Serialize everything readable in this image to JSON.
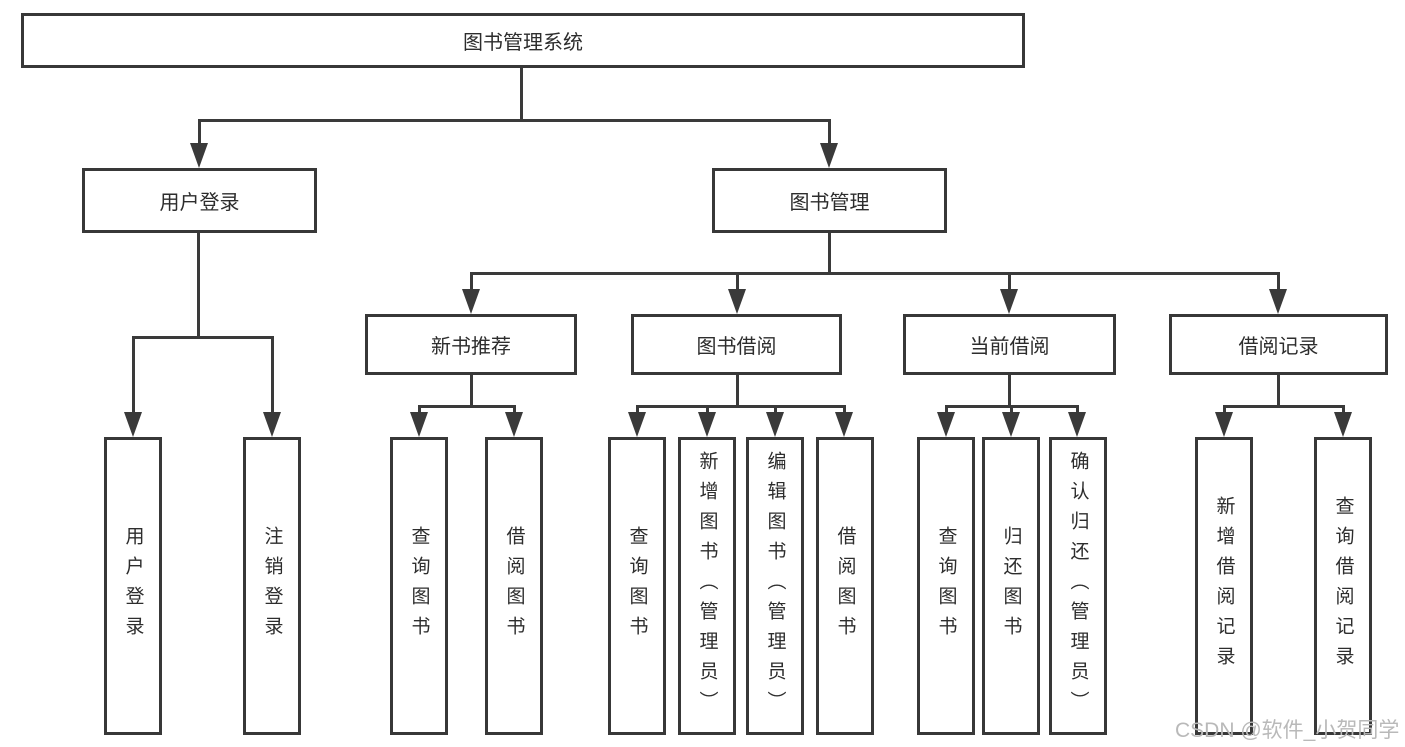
{
  "colors": {
    "line": "#3a3a3a",
    "box_border": "#383838",
    "box_fill": "#ffffff",
    "text": "#2d2d2d",
    "background": "#ffffff",
    "watermark": "#b9b9b9"
  },
  "root": {
    "label": "图书管理系统"
  },
  "branches": {
    "user_login": {
      "label": "用户登录",
      "leaf1": "用户登录",
      "leaf2": "注销登录"
    },
    "book_management": {
      "label": "图书管理"
    },
    "new_book_recommend": {
      "label": "新书推荐",
      "leaf1": "查询图书",
      "leaf2": "借阅图书"
    },
    "book_borrow": {
      "label": "图书借阅",
      "leaf1": "查询图书",
      "leaf2": "新增图书（管理员）",
      "leaf3": "编辑图书（管理员）",
      "leaf4": "借阅图书"
    },
    "current_borrow": {
      "label": "当前借阅",
      "leaf1": "查询图书",
      "leaf2": "归还图书",
      "leaf3": "确认归还（管理员）"
    },
    "borrow_records": {
      "label": "借阅记录",
      "leaf1": "新增借阅记录",
      "leaf2": "查询借阅记录"
    }
  },
  "watermark": {
    "text": "CSDN @软件_小贺同学"
  }
}
